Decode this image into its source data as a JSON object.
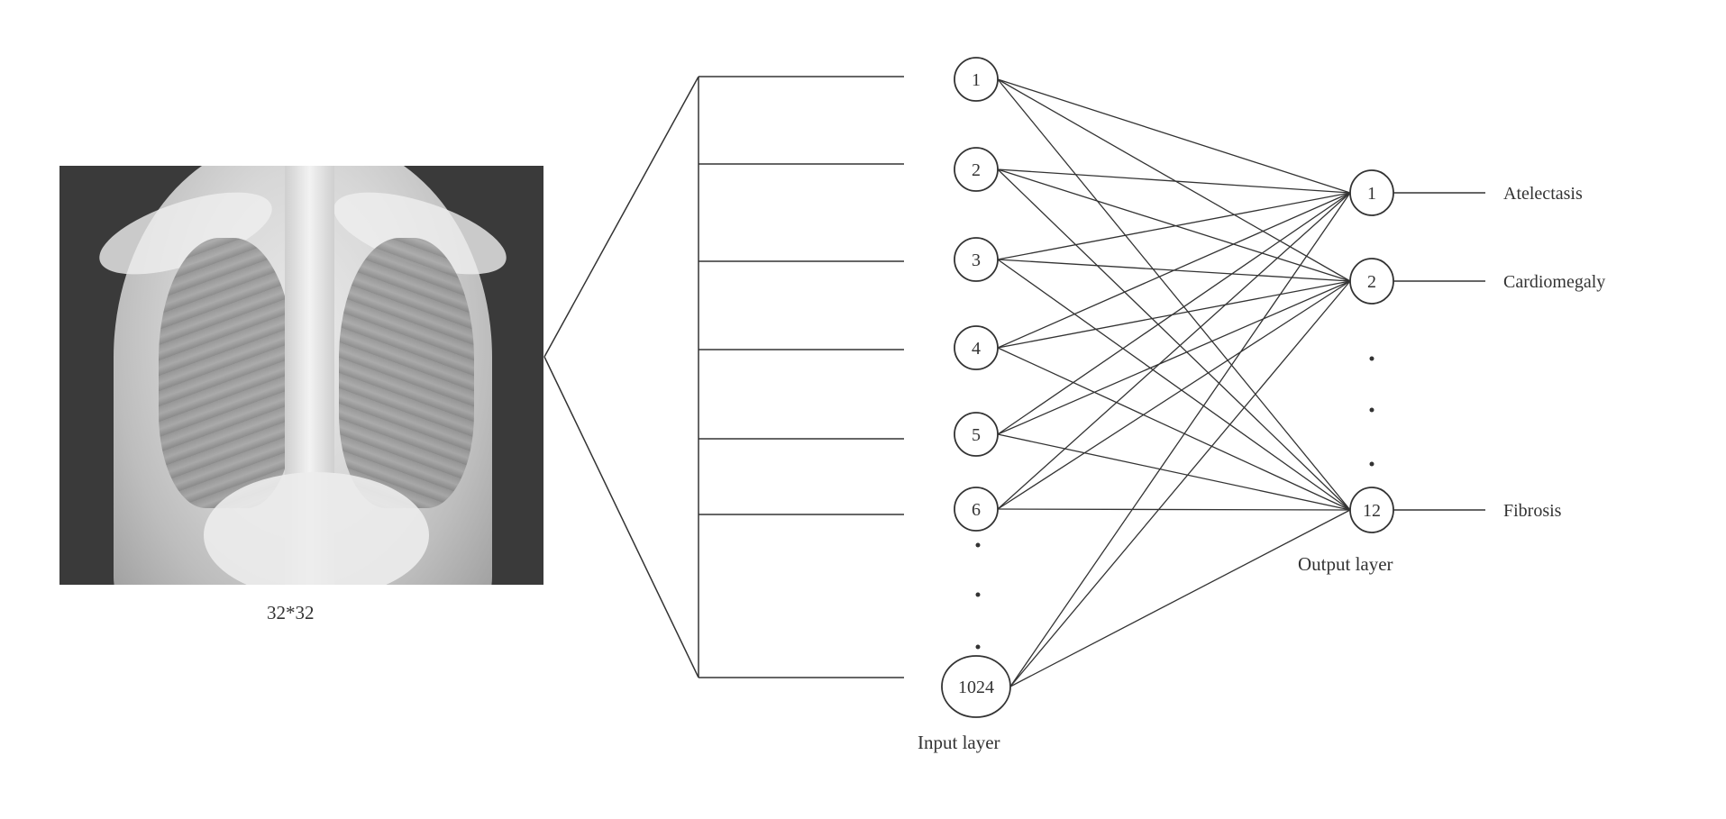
{
  "image_caption": "32*32",
  "input_layer": {
    "label": "Input layer",
    "nodes": [
      "1",
      "2",
      "3",
      "4",
      "5",
      "6",
      "1024"
    ]
  },
  "output_layer": {
    "label": "Output layer",
    "nodes": [
      "1",
      "2",
      "12"
    ],
    "classes": [
      "Atelectasis",
      "Cardiomegaly",
      "Fibrosis"
    ]
  },
  "colors": {
    "line": "#333333",
    "background": "#ffffff"
  }
}
